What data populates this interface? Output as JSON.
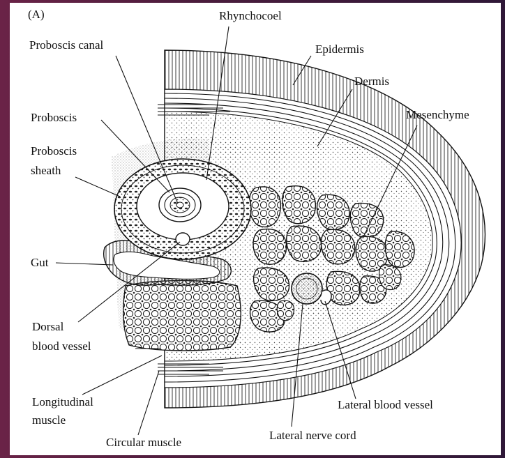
{
  "panel_letter": "(A)",
  "labels": {
    "rhynchocoel": "Rhynchocoel",
    "proboscis_canal": "Proboscis canal",
    "epidermis": "Epidermis",
    "dermis": "Dermis",
    "proboscis": "Proboscis",
    "mesenchyme": "Mesenchyme",
    "proboscis_sheath_1": "Proboscis",
    "proboscis_sheath_2": "sheath",
    "gut": "Gut",
    "dorsal_blood_vessel_1": "Dorsal",
    "dorsal_blood_vessel_2": "blood vessel",
    "longitudinal_muscle_1": "Longitudinal",
    "longitudinal_muscle_2": "muscle",
    "lateral_blood_vessel": "Lateral blood vessel",
    "circular_muscle": "Circular muscle",
    "lateral_nerve_cord": "Lateral nerve cord"
  },
  "colors": {
    "frame": "#5a1f3a",
    "ink": "#111111",
    "paper": "#ffffff"
  }
}
